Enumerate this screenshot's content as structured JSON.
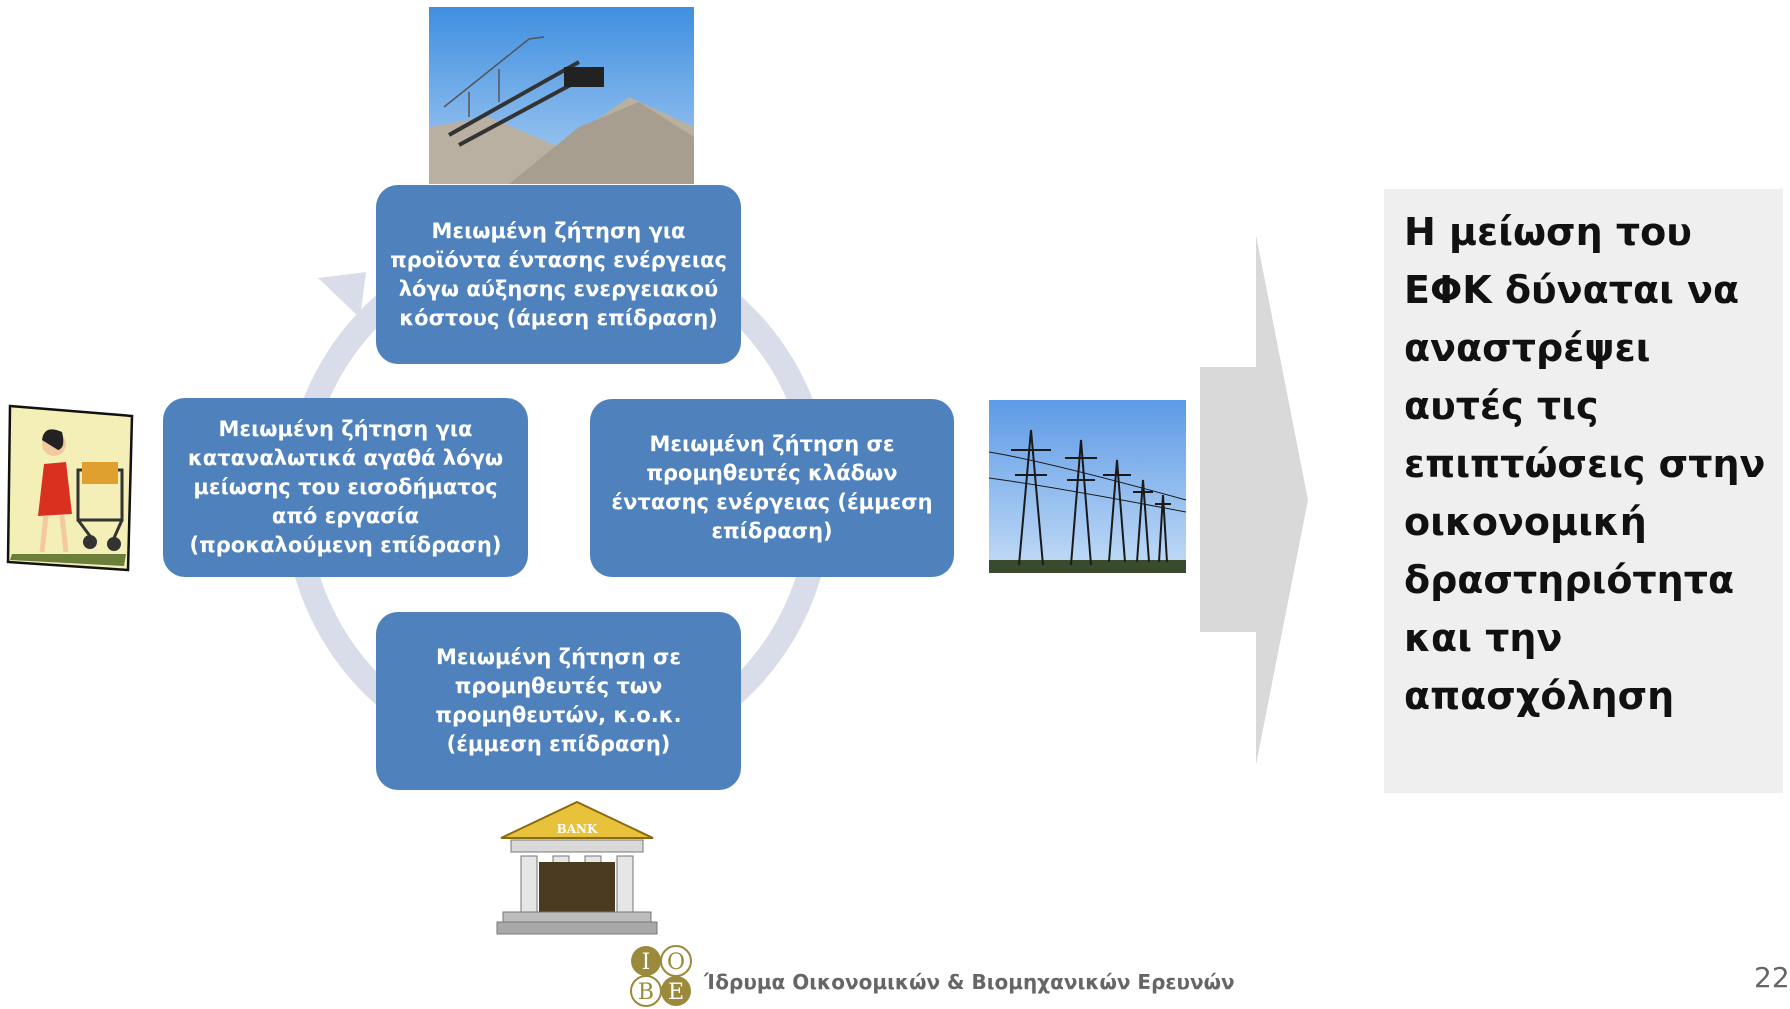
{
  "cycle": {
    "top": "Μειωμένη ζήτηση για προϊόντα έντασης ενέργειας λόγω αύξησης ενεργειακού κόστους (άμεση επίδραση)",
    "right": "Μειωμένη ζήτηση σε προμηθευτές κλάδων έντασης ενέργειας (έμμεση επίδραση)",
    "bottom": "Μειωμένη ζήτηση σε προμηθευτές των προμηθευτών, κ.ο.κ. (έμμεση επίδραση)",
    "left": "Μειωμένη ζήτηση για καταναλωτικά αγαθά λόγω μείωσης του εισοδήματος από εργασία (προκαλούμενη επίδραση)"
  },
  "conclusion": "Η μείωση του ΕΦΚ δύναται να αναστρέψει αυτές τις επιπτώσεις στην οικονομική δραστηριότητα και την απασχόληση",
  "bank_sign": "BANK",
  "logo_letters": "ΙΟΒΕ",
  "footer": "Ίδρυμα Οικονομικών & Βιομηχανικών Ερευνών",
  "page_number": "22",
  "colors": {
    "box": "#4f81bd",
    "ring": "#d9dde9",
    "arrow": "#d9d9d9",
    "panel": "#efefef"
  }
}
